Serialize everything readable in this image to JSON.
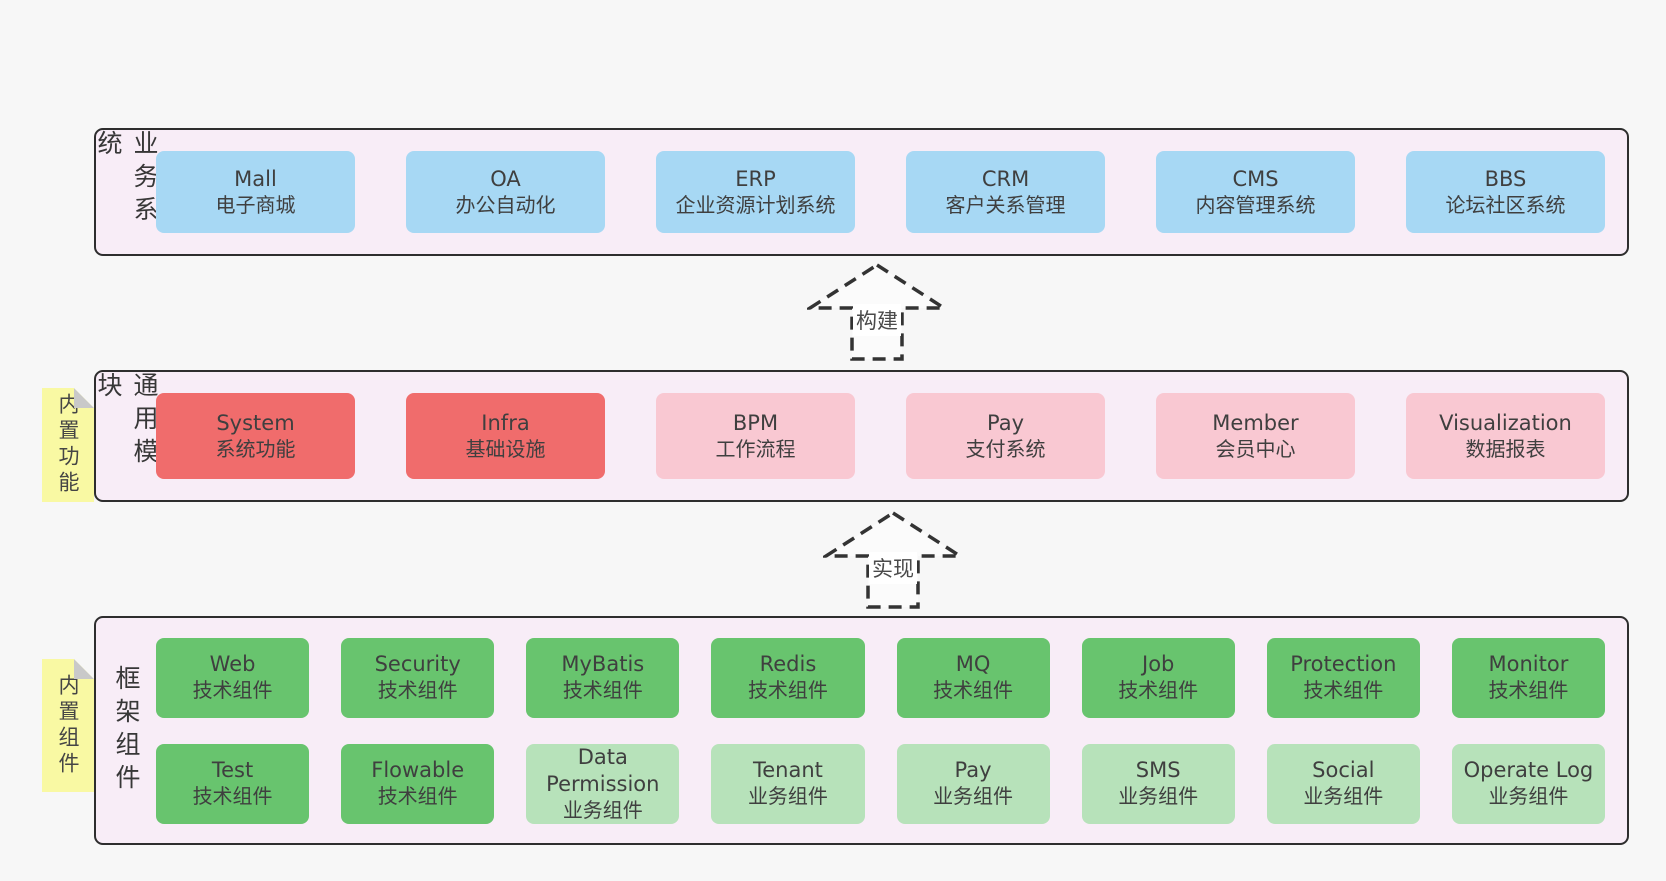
{
  "diagram_title": "",
  "colors": {
    "page_background": "#f7f7f7",
    "layer_background": "#f8edf7",
    "layer_border": "#2e2e2e",
    "blue_box": "#a7d8f4",
    "red_box": "#f06c6c",
    "pink_box": "#f9c8d2",
    "green_box": "#68c46e",
    "light_green_box": "#b7e2ba",
    "sticky_tag": "#f9f9a3",
    "tag_fold": "#c9c9c9",
    "text": "#3f3f3f"
  },
  "arrows": [
    {
      "label": "构建",
      "direction": "up"
    },
    {
      "label": "实现",
      "direction": "up"
    }
  ],
  "layers": [
    {
      "id": "business-systems",
      "label": "业务系统",
      "tag": null,
      "boxes": [
        {
          "en": "Mall",
          "zh": "电子商城",
          "variant": "blue"
        },
        {
          "en": "OA",
          "zh": "办公自动化",
          "variant": "blue"
        },
        {
          "en": "ERP",
          "zh": "企业资源计划系统",
          "variant": "blue"
        },
        {
          "en": "CRM",
          "zh": "客户关系管理",
          "variant": "blue"
        },
        {
          "en": "CMS",
          "zh": "内容管理系统",
          "variant": "blue"
        },
        {
          "en": "BBS",
          "zh": "论坛社区系统",
          "variant": "blue"
        }
      ]
    },
    {
      "id": "common-modules",
      "label": "通用模块",
      "tag": "内置功能",
      "boxes": [
        {
          "en": "System",
          "zh": "系统功能",
          "variant": "red"
        },
        {
          "en": "Infra",
          "zh": "基础设施",
          "variant": "red"
        },
        {
          "en": "BPM",
          "zh": "工作流程",
          "variant": "pink"
        },
        {
          "en": "Pay",
          "zh": "支付系统",
          "variant": "pink"
        },
        {
          "en": "Member",
          "zh": "会员中心",
          "variant": "pink"
        },
        {
          "en": "Visualization",
          "zh": "数据报表",
          "variant": "pink"
        }
      ]
    },
    {
      "id": "framework-components",
      "label": "框架组件",
      "tag": "内置组件",
      "rows": [
        [
          {
            "en": "Web",
            "zh": "技术组件",
            "variant": "green"
          },
          {
            "en": "Security",
            "zh": "技术组件",
            "variant": "green"
          },
          {
            "en": "MyBatis",
            "zh": "技术组件",
            "variant": "green"
          },
          {
            "en": "Redis",
            "zh": "技术组件",
            "variant": "green"
          },
          {
            "en": "MQ",
            "zh": "技术组件",
            "variant": "green"
          },
          {
            "en": "Job",
            "zh": "技术组件",
            "variant": "green"
          },
          {
            "en": "Protection",
            "zh": "技术组件",
            "variant": "green"
          },
          {
            "en": "Monitor",
            "zh": "技术组件",
            "variant": "green"
          }
        ],
        [
          {
            "en": "Test",
            "zh": "技术组件",
            "variant": "green"
          },
          {
            "en": "Flowable",
            "zh": "技术组件",
            "variant": "green"
          },
          {
            "en": "Data Permission",
            "zh": "业务组件",
            "variant": "lightgreen"
          },
          {
            "en": "Tenant",
            "zh": "业务组件",
            "variant": "lightgreen"
          },
          {
            "en": "Pay",
            "zh": "业务组件",
            "variant": "lightgreen"
          },
          {
            "en": "SMS",
            "zh": "业务组件",
            "variant": "lightgreen"
          },
          {
            "en": "Social",
            "zh": "业务组件",
            "variant": "lightgreen"
          },
          {
            "en": "Operate Log",
            "zh": "业务组件",
            "variant": "lightgreen"
          }
        ]
      ]
    }
  ]
}
